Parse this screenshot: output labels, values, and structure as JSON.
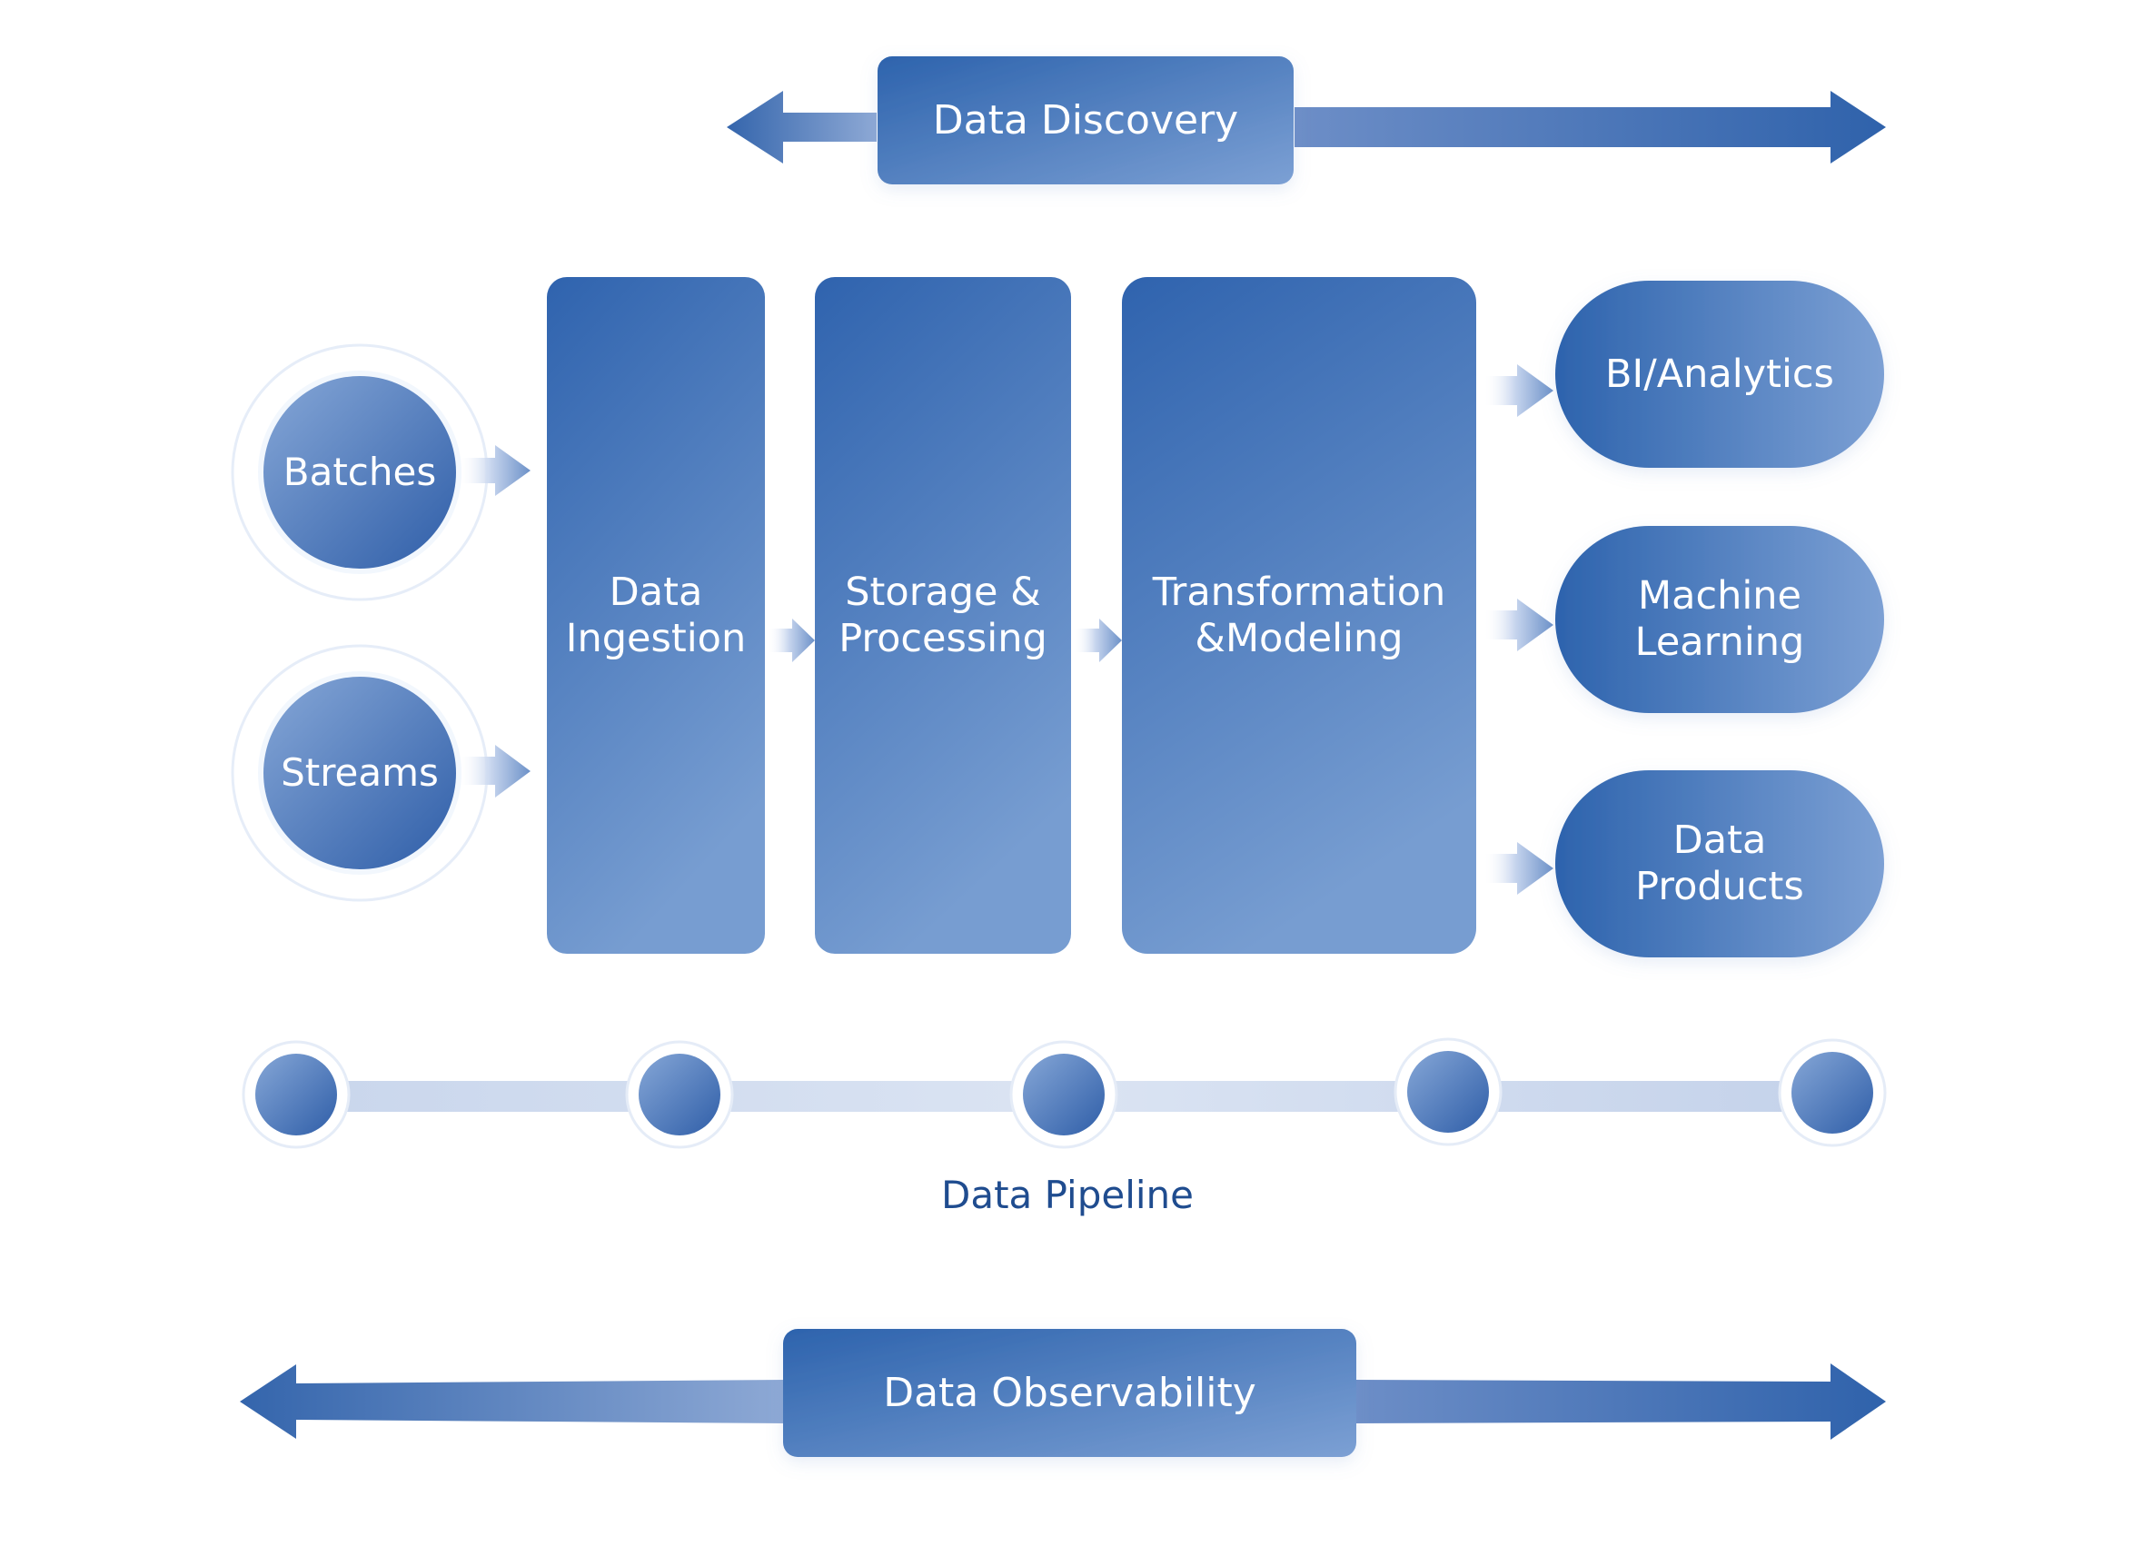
{
  "top_bar": {
    "label": "Data Discovery"
  },
  "sources": {
    "batches": "Batches",
    "streams": "Streams"
  },
  "stages": {
    "ingestion": "Data\nIngestion",
    "storage": "Storage &\nProcessing",
    "transformation": "Transformation\n&Modeling"
  },
  "outputs": {
    "bi": "BI/Analytics",
    "ml": "Machine\nLearning",
    "products": "Data\nProducts"
  },
  "pipeline": {
    "label": "Data Pipeline"
  },
  "bottom_bar": {
    "label": "Data Observability"
  },
  "colors": {
    "dark_blue": "#2d63ad",
    "light_blue": "#7ca0d4",
    "caption_blue": "#1f4c8f"
  }
}
